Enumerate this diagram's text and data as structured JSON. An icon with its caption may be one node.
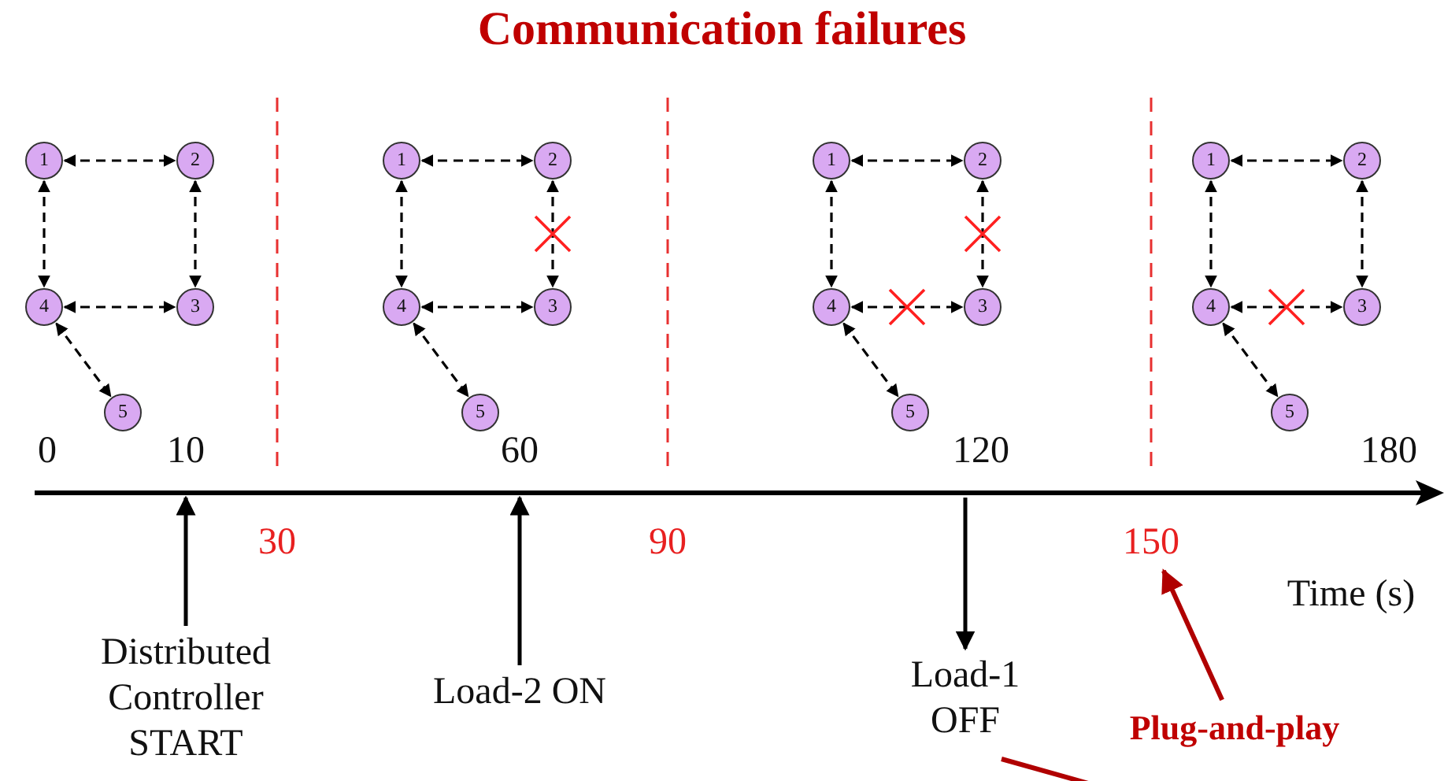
{
  "diagram": {
    "title": "Communication failures",
    "nodes": [
      {
        "text": [
          "1"
        ]
      },
      {
        "text": [
          "2"
        ]
      },
      {
        "text": [
          "3"
        ]
      },
      {
        "text": [
          "4"
        ]
      },
      {
        "text": [
          "5"
        ]
      },
      {
        "text": [
          "1"
        ]
      },
      {
        "text": [
          "2"
        ]
      },
      {
        "text": [
          "3"
        ]
      },
      {
        "text": [
          "4"
        ]
      },
      {
        "text": [
          "5"
        ]
      },
      {
        "text": [
          "1"
        ]
      },
      {
        "text": [
          "2"
        ]
      },
      {
        "text": [
          "3"
        ]
      },
      {
        "text": [
          "4"
        ]
      },
      {
        "text": [
          "5"
        ]
      },
      {
        "text": [
          "1"
        ]
      },
      {
        "text": [
          "2"
        ]
      },
      {
        "text": [
          "3"
        ]
      },
      {
        "text": [
          "4"
        ]
      },
      {
        "text": [
          "5"
        ]
      },
      {
        "text": [
          "Distributed Controller START"
        ]
      },
      {
        "text": [
          "Load-2 ON"
        ]
      },
      {
        "text": [
          "Load-1 OFF"
        ]
      },
      {
        "text": [
          "Plug-and-play"
        ]
      },
      {
        "text": [
          "150"
        ]
      },
      {
        "text": [],
        "shape": "arrow"
      }
    ],
    "edges": [
      {
        "from": 0,
        "to": 1,
        "arrow": "both",
        "style": "dashed"
      },
      {
        "from": 0,
        "to": 3,
        "arrow": "both",
        "style": "dashed"
      },
      {
        "from": 1,
        "to": 2,
        "arrow": "both",
        "style": "dashed"
      },
      {
        "from": 3,
        "to": 2,
        "arrow": "both",
        "style": "dashed"
      },
      {
        "from": 3,
        "to": 4,
        "arrow": "both",
        "style": "dashed"
      },
      {
        "from": 5,
        "to": 6,
        "arrow": "both",
        "style": "dashed"
      },
      {
        "from": 5,
        "to": 8,
        "arrow": "both",
        "style": "dashed"
      },
      {
        "from": 6,
        "to": 7,
        "arrow": "both",
        "style": "dashed"
      },
      {
        "from": 8,
        "to": 7,
        "arrow": "both",
        "style": "dashed"
      },
      {
        "from": 8,
        "to": 9,
        "arrow": "both",
        "style": "dashed"
      },
      {
        "from": 10,
        "to": 11,
        "arrow": "both",
        "style": "dashed"
      },
      {
        "from": 10,
        "to": 13,
        "arrow": "both",
        "style": "dashed"
      },
      {
        "from": 11,
        "to": 12,
        "arrow": "both",
        "style": "dashed"
      },
      {
        "from": 13,
        "to": 12,
        "arrow": "both",
        "style": "dashed"
      },
      {
        "from": 13,
        "to": 14,
        "arrow": "both",
        "style": "dashed"
      },
      {
        "from": 15,
        "to": 16,
        "arrow": "both",
        "style": "dashed"
      },
      {
        "from": 15,
        "to": 18,
        "arrow": "both",
        "style": "dashed"
      },
      {
        "from": 16,
        "to": 17,
        "arrow": "both",
        "style": "dashed"
      },
      {
        "from": 18,
        "to": 17,
        "arrow": "both",
        "style": "dashed"
      },
      {
        "from": 18,
        "to": 19,
        "arrow": "both",
        "style": "dashed"
      },
      {
        "from": 20,
        "to": 25,
        "arrow": "to"
      },
      {
        "from": 21,
        "to": 25,
        "arrow": "to"
      },
      {
        "from": 25,
        "to": 22,
        "arrow": "to"
      },
      {
        "from": 23,
        "to": 24,
        "arrow": "to",
        "color": "#b00000"
      },
      {
        "from": 22,
        "to": null,
        "arrow": "none",
        "color": "#b00000"
      }
    ],
    "labels": [
      "0",
      "10",
      "60",
      "120",
      "180",
      "30",
      "90",
      "Time (s)"
    ]
  }
}
